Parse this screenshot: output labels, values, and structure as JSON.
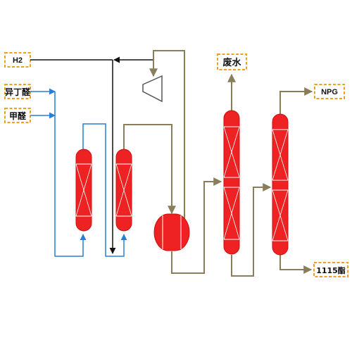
{
  "streams": {
    "h2": "H2",
    "isobutyraldehyde": "异丁醛",
    "formaldehyde": "甲醛",
    "waste_water": "废水",
    "npg": "NPG",
    "ester_1115": "1115酯"
  },
  "colors": {
    "vessel": "#ee2222",
    "vessel_stroke": "#cc1111",
    "vessel_band": "#ffffff",
    "feed_line": "#2a7fd0",
    "process_line": "#8a7e5a",
    "h2_line": "#111111",
    "label_border": "#f0a020"
  }
}
